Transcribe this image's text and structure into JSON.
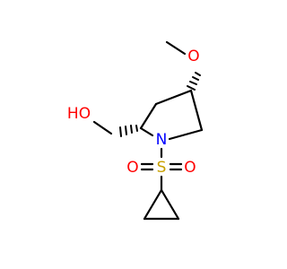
{
  "atoms": {
    "o_methoxy": {
      "symbol": "O",
      "color": "#ff0000"
    },
    "o_hydroxyl": {
      "symbol": "HO",
      "color": "#ff0000"
    },
    "n_ring": {
      "symbol": "N",
      "color": "#0000ff"
    },
    "s_sulfonyl": {
      "symbol": "S",
      "color": "#c8a000"
    },
    "o_sulfonyl_left": {
      "symbol": "O",
      "color": "#ff0000"
    },
    "o_sulfonyl_right": {
      "symbol": "O",
      "color": "#ff0000"
    }
  },
  "colors": {
    "bond": "#000000",
    "background": "#ffffff"
  }
}
